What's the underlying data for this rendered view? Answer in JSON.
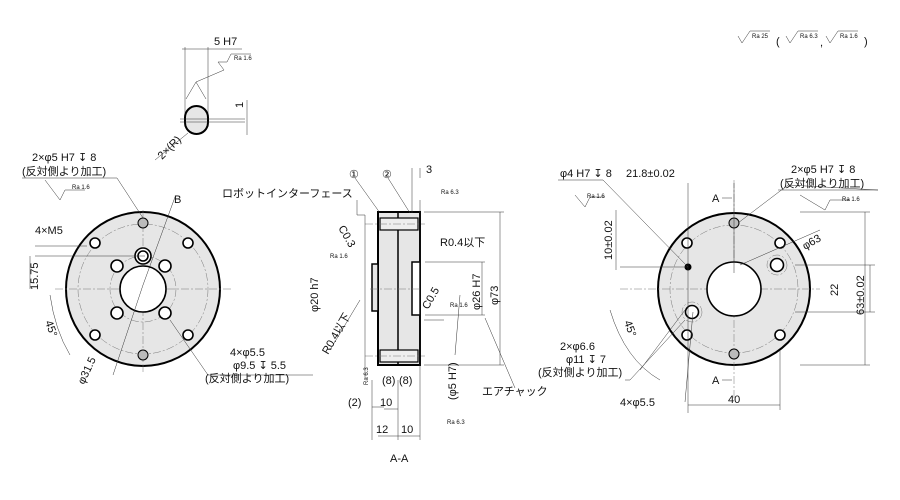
{
  "surface_finish": {
    "general": "Ra 25",
    "open": "(",
    "sep": ",",
    "close": ")",
    "alt1": "Ra 6.3",
    "alt2": "Ra 1.6"
  },
  "detail": {
    "width": "5 H7",
    "ra": "Ra 1.6",
    "depth": "1",
    "radius": "2×(R)"
  },
  "left_view": {
    "pin_hole_line1": "2×φ5 H7 ↧ 8",
    "pin_hole_line2": "(反対側より加工)",
    "pin_ra": "Ra 1.6",
    "view_b": "B",
    "tap": "4×M5",
    "dim_1575": "15.75",
    "angle": "45°",
    "pcd": "φ31.5",
    "cb_line1": "4×φ5.5",
    "cb_line2": "φ9.5 ↧ 5.5",
    "cb_line3": "(反対側より加工)"
  },
  "section": {
    "title": "A-A",
    "part1": "①",
    "part2": "②",
    "dim_3": "3",
    "ra_top": "Ra 6.3",
    "robot_interface": "ロボットインターフェース",
    "c03": "C0.3",
    "ra_left": "Ra 1.6",
    "d20": "φ20 h7",
    "r04_left": "R0.4以下",
    "r04_right": "R0.4以下",
    "c05": "C0.5",
    "ra_mid": "Ra 1.6",
    "d26": "φ26 H7",
    "d73": "φ73",
    "d5": "(φ5 H7)",
    "air_chuck": "エアチャック",
    "ra_low_left": "Ra 6.3",
    "ra_bottom": "Ra 6.3",
    "p8a": "(8)",
    "p8b": "(8)",
    "p2": "(2)",
    "d10a": "10",
    "d12": "12",
    "d10b": "10"
  },
  "right_view": {
    "d4_hole": "φ4 H7 ↧ 8",
    "d4_ra": "Ra 1.6",
    "dim_218": "21.8±0.02",
    "pin_line1": "2×φ5 H7 ↧ 8",
    "pin_line2": "(反対側より加工)",
    "pin_ra": "Ra 1.6",
    "cut_a_top": "A",
    "cut_a_bottom": "A",
    "dim_10": "10±0.02",
    "pcd": "φ63",
    "dim_22": "22",
    "dim_63": "63±0.02",
    "angle": "45°",
    "cb_line1": "2×φ6.6",
    "cb_line2": "φ11 ↧ 7",
    "cb_line3": "(反対側より加工)",
    "holes": "4×φ5.5",
    "dim_40": "40"
  }
}
